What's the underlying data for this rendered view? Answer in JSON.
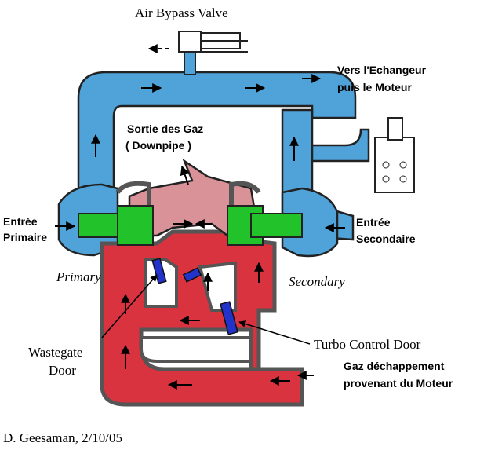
{
  "labels": {
    "air_bypass_valve": "Air Bypass Valve",
    "vers_echangeur_1": "Vers l'Echangeur",
    "vers_echangeur_2": "puis le Moteur",
    "sortie_gaz_1": "Sortie des Gaz",
    "sortie_gaz_2": "( Downpipe )",
    "entree_primaire_1": "Entrée",
    "entree_primaire_2": "Primaire",
    "entree_secondaire_1": "Entrée",
    "entree_secondaire_2": "Secondaire",
    "primary": "Primary",
    "secondary": "Secondary",
    "wastegate_1": "Wastegate",
    "wastegate_2": "Door",
    "turbo_control_door": "Turbo Control Door",
    "gaz_echappement_1": "Gaz déchappement",
    "gaz_echappement_2": "provenant du Moteur",
    "credit": "D. Geesaman, 2/10/05"
  },
  "colors": {
    "intake_air": "#4fa3d9",
    "compressor": "#22c32a",
    "exhaust": "#d8333f",
    "downpipe": "#d99297",
    "control_doors": "#2233cc",
    "outline": "#222222"
  }
}
